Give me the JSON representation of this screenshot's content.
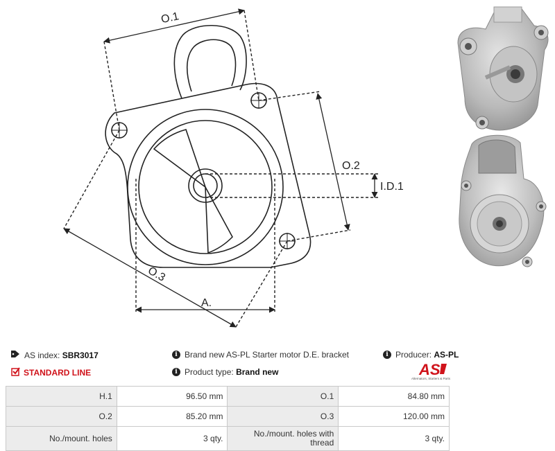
{
  "diagram": {
    "dim_o1": "O.1",
    "dim_o2": "O.2",
    "dim_o3": "O.3",
    "dim_id1": "I.D.1",
    "dim_a": "A."
  },
  "info": {
    "as_index_label": "AS index:",
    "as_index_value": "SBR3017",
    "line_label": "STANDARD LINE",
    "description": "Brand new AS-PL Starter motor D.E. bracket",
    "product_type_label": "Product type:",
    "product_type_value": "Brand new",
    "producer_label": "Producer:",
    "producer_value": "AS-PL",
    "logo_text": "AS",
    "logo_tagline": "Alternators, Starters & Parts",
    "accent_color": "#d0131b"
  },
  "specs": [
    {
      "k1": "H.1",
      "v1": "96.50 mm",
      "k2": "O.1",
      "v2": "84.80 mm"
    },
    {
      "k1": "O.2",
      "v1": "85.20 mm",
      "k2": "O.3",
      "v2": "120.00 mm"
    },
    {
      "k1": "No./mount. holes",
      "v1": "3 qty.",
      "k2": "No./mount. holes with thread",
      "v2": "3 qty."
    }
  ]
}
